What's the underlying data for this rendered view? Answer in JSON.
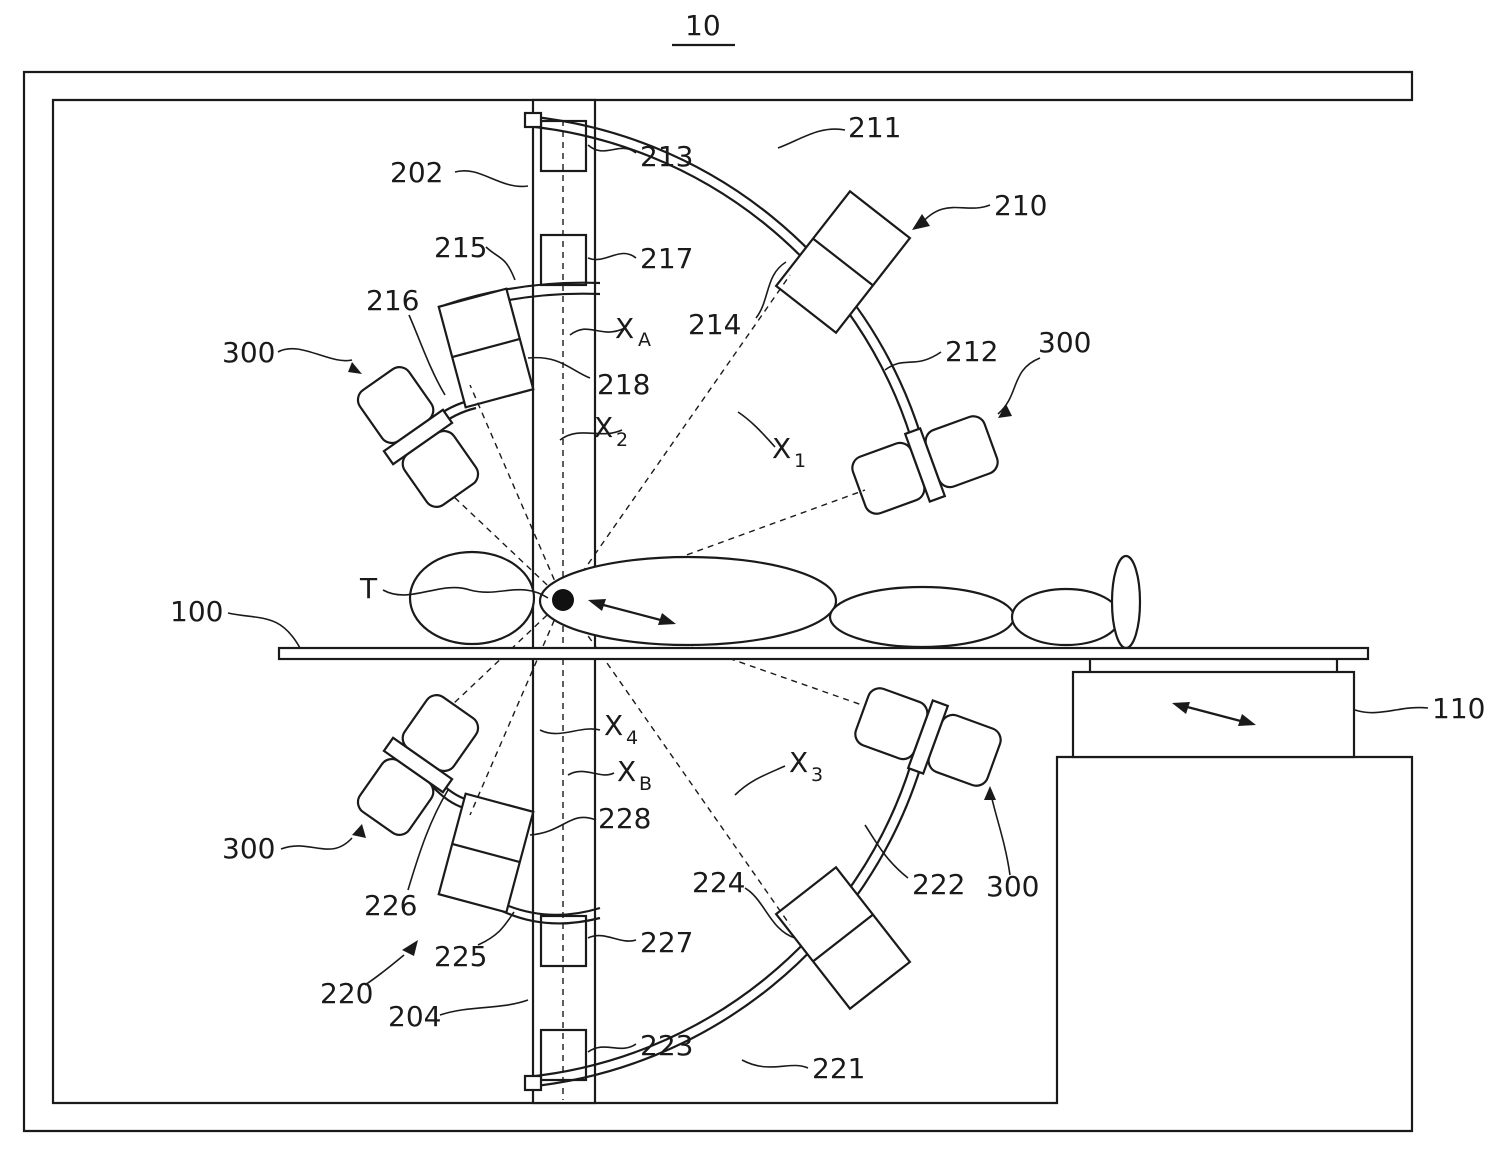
{
  "figure": {
    "number": "10",
    "labels": {
      "l100": "100",
      "l110": "110",
      "l202": "202",
      "l204": "204",
      "l210": "210",
      "l211": "211",
      "l212": "212",
      "l213": "213",
      "l214": "214",
      "l215": "215",
      "l216": "216",
      "l217": "217",
      "l218": "218",
      "l220": "220",
      "l221": "221",
      "l222": "222",
      "l223": "223",
      "l224": "224",
      "l225": "225",
      "l226": "226",
      "l227": "227",
      "l228": "228",
      "l300a": "300",
      "l300b": "300",
      "l300c": "300",
      "l300d": "300",
      "target": "T"
    },
    "axes": {
      "x1": {
        "letter": "X",
        "sub": "1"
      },
      "x2": {
        "letter": "X",
        "sub": "2"
      },
      "x3": {
        "letter": "X",
        "sub": "3"
      },
      "x4": {
        "letter": "X",
        "sub": "4"
      },
      "xa": {
        "letter": "X",
        "sub": "A"
      },
      "xb": {
        "letter": "X",
        "sub": "B"
      }
    }
  }
}
